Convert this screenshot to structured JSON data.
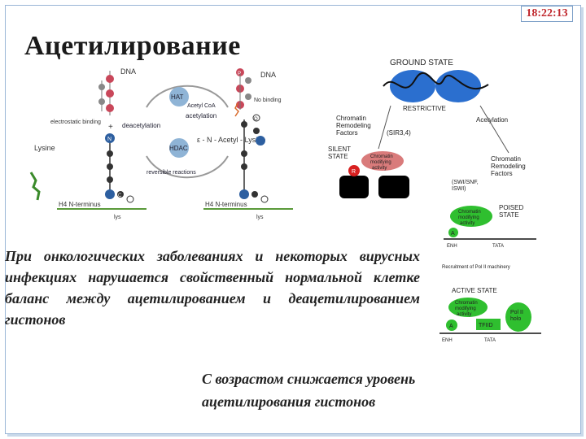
{
  "slide": {
    "time": "18:22:13",
    "title": "Ацетилирование",
    "paragraph": "При онкологических заболеваниях и некоторых вирусных инфекциях нарушается свойственный нормальной клетке баланс между ацетилированием и деацетилированием гистонов",
    "note": "С возрастом снижается уровень ацетилирования гистонов"
  },
  "left_figure": {
    "dna_left": "DNA",
    "dna_right": "DNA",
    "hat": "HAT",
    "acetyl_coa": "Acetyl CoA",
    "acetylation": "acetylation",
    "deacetylation": "deacetylation",
    "hdac": "HDAC",
    "electrostatic": "electrostatic binding",
    "no_binding": "No binding",
    "lysine": "Lysine",
    "acetyl_lysine": "ε - N - Acetyl - Lysine",
    "reversible": "reversible reactions",
    "n_terminus_left": "H4 N-terminus",
    "n_terminus_right": "H4 N-terminus",
    "lys_left": "lys",
    "lys_right": "lys",
    "plus": "+",
    "n": "N",
    "c": "C",
    "o": "O",
    "p": "P"
  },
  "right_figure": {
    "ground_state": "GROUND STATE",
    "restrictive": "RESTRICTIVE",
    "chromatin_remodeling": "Chromatin\nRemodeling\nFactors",
    "sir": "(SIR3,4)",
    "acetylation": "Acetylation",
    "silent_state": "SILENT\nSTATE",
    "chromatin_modifying": "Chromatin\nmodifying\nactivity",
    "r_label": "R",
    "swi": "(SWI/SNF,\nISWI)",
    "crf2": "Chromatin\nRemodeling\nFactors",
    "poised_state": "POISED\nSTATE",
    "a_label": "A",
    "enh": "ENH",
    "tata": "TATA",
    "recruitment": "Recruitment of Pol II machinery",
    "active_state": "ACTIVE STATE",
    "pol2": "Pol II\nholo",
    "tfiid": "TFIID"
  }
}
